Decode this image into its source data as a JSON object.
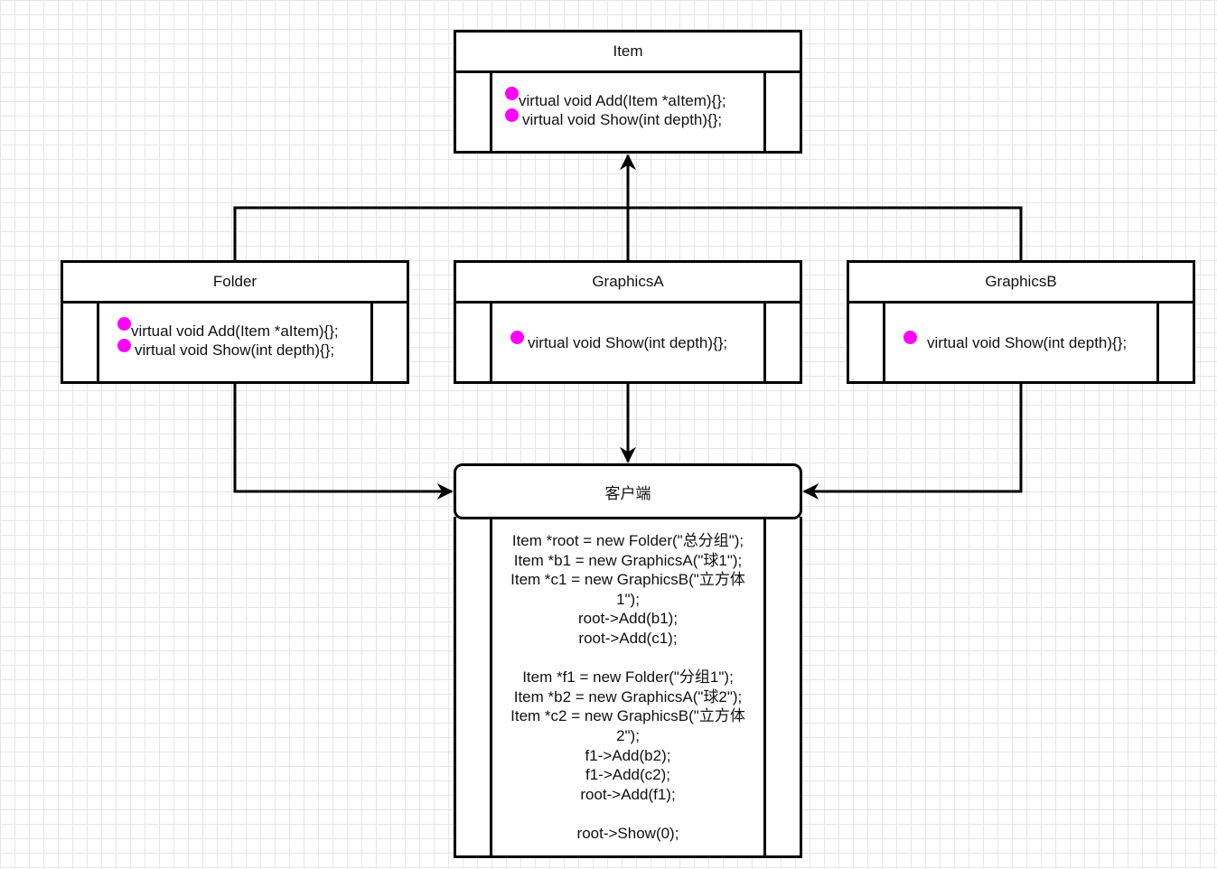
{
  "item": {
    "title": "Item",
    "ops": [
      "virtual void Add(Item *aItem){};",
      "virtual void Show(int depth){};"
    ]
  },
  "folder": {
    "title": "Folder",
    "ops": [
      "virtual void Add(Item *aItem){};",
      "virtual void Show(int depth){};"
    ]
  },
  "graphicsA": {
    "title": "GraphicsA",
    "ops": [
      "virtual void Show(int depth){};"
    ]
  },
  "graphicsB": {
    "title": "GraphicsB",
    "ops": [
      "virtual void Show(int depth){};"
    ]
  },
  "client": {
    "title": "客户端",
    "code": [
      "Item *root = new Folder(\"总分组\");",
      "Item *b1 = new GraphicsA(\"球1\");",
      "Item *c1 = new GraphicsB(\"立方体",
      "1\");",
      "root->Add(b1);",
      "root->Add(c1);",
      "",
      "Item *f1 = new Folder(\"分组1\");",
      "Item *b2 = new GraphicsA(\"球2\");",
      "Item *c2 = new GraphicsB(\"立方体",
      "2\");",
      "f1->Add(b2);",
      "f1->Add(c2);",
      "root->Add(f1);",
      "",
      "root->Show(0);"
    ]
  },
  "colors": {
    "method_dot": "#ff00ff",
    "grid": "#e6e6e6",
    "stroke": "#000000"
  }
}
